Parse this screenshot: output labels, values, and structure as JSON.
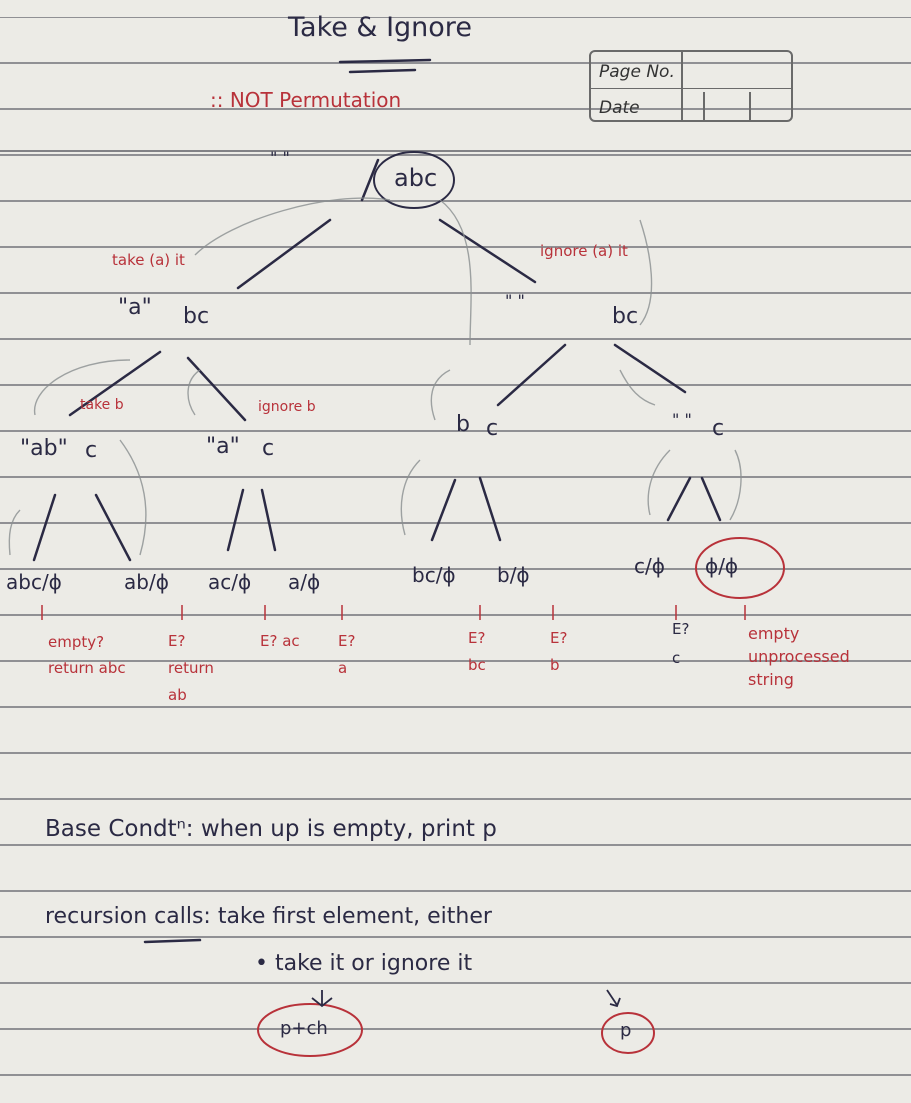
{
  "header": {
    "title": "Take & Ignore",
    "subtitle": ":: NOT Permutation",
    "page_no_label": "Page No.",
    "date_label": "Date"
  },
  "tree": {
    "root": {
      "p": "\" \"",
      "up": "abc"
    },
    "level1_left": {
      "p": "\"a\"",
      "up": "bc",
      "edge": "take (a) it"
    },
    "level1_right": {
      "p": "\" \"",
      "up": "bc",
      "edge": "ignore (a) it"
    },
    "level2": [
      {
        "p": "\"ab\"",
        "up": "c",
        "edge": "take b"
      },
      {
        "p": "\"a\"",
        "up": "c",
        "edge": "ignore b"
      },
      {
        "p": "b",
        "up": "c",
        "edge": ""
      },
      {
        "p": "\" \"",
        "up": "c",
        "edge": ""
      }
    ],
    "leaves": [
      {
        "label": "abc/ϕ",
        "note": "empty? return abc"
      },
      {
        "label": "ab/ϕ",
        "note": "E? return ab"
      },
      {
        "label": "ac/ϕ",
        "note": "E? ac"
      },
      {
        "label": "a/ϕ",
        "note": "E? a"
      },
      {
        "label": "bc/ϕ",
        "note": "E? bc"
      },
      {
        "label": "b/ϕ",
        "note": "E? b"
      },
      {
        "label": "c/ϕ",
        "note": "E? c"
      },
      {
        "label": "ϕ/ϕ",
        "note": "empty unprocessed string"
      }
    ]
  },
  "notes": {
    "base_condition": "Base Condtⁿ: when up is empty, print p",
    "recursion_calls": "recursion calls: take first element, either",
    "recursion_calls_2": "• take it or ignore it",
    "take_result": "p+ch",
    "ignore_result": "p"
  },
  "colors": {
    "ink": "#2b2a44",
    "red": "#b8323a",
    "paper": "#ecebe6"
  }
}
